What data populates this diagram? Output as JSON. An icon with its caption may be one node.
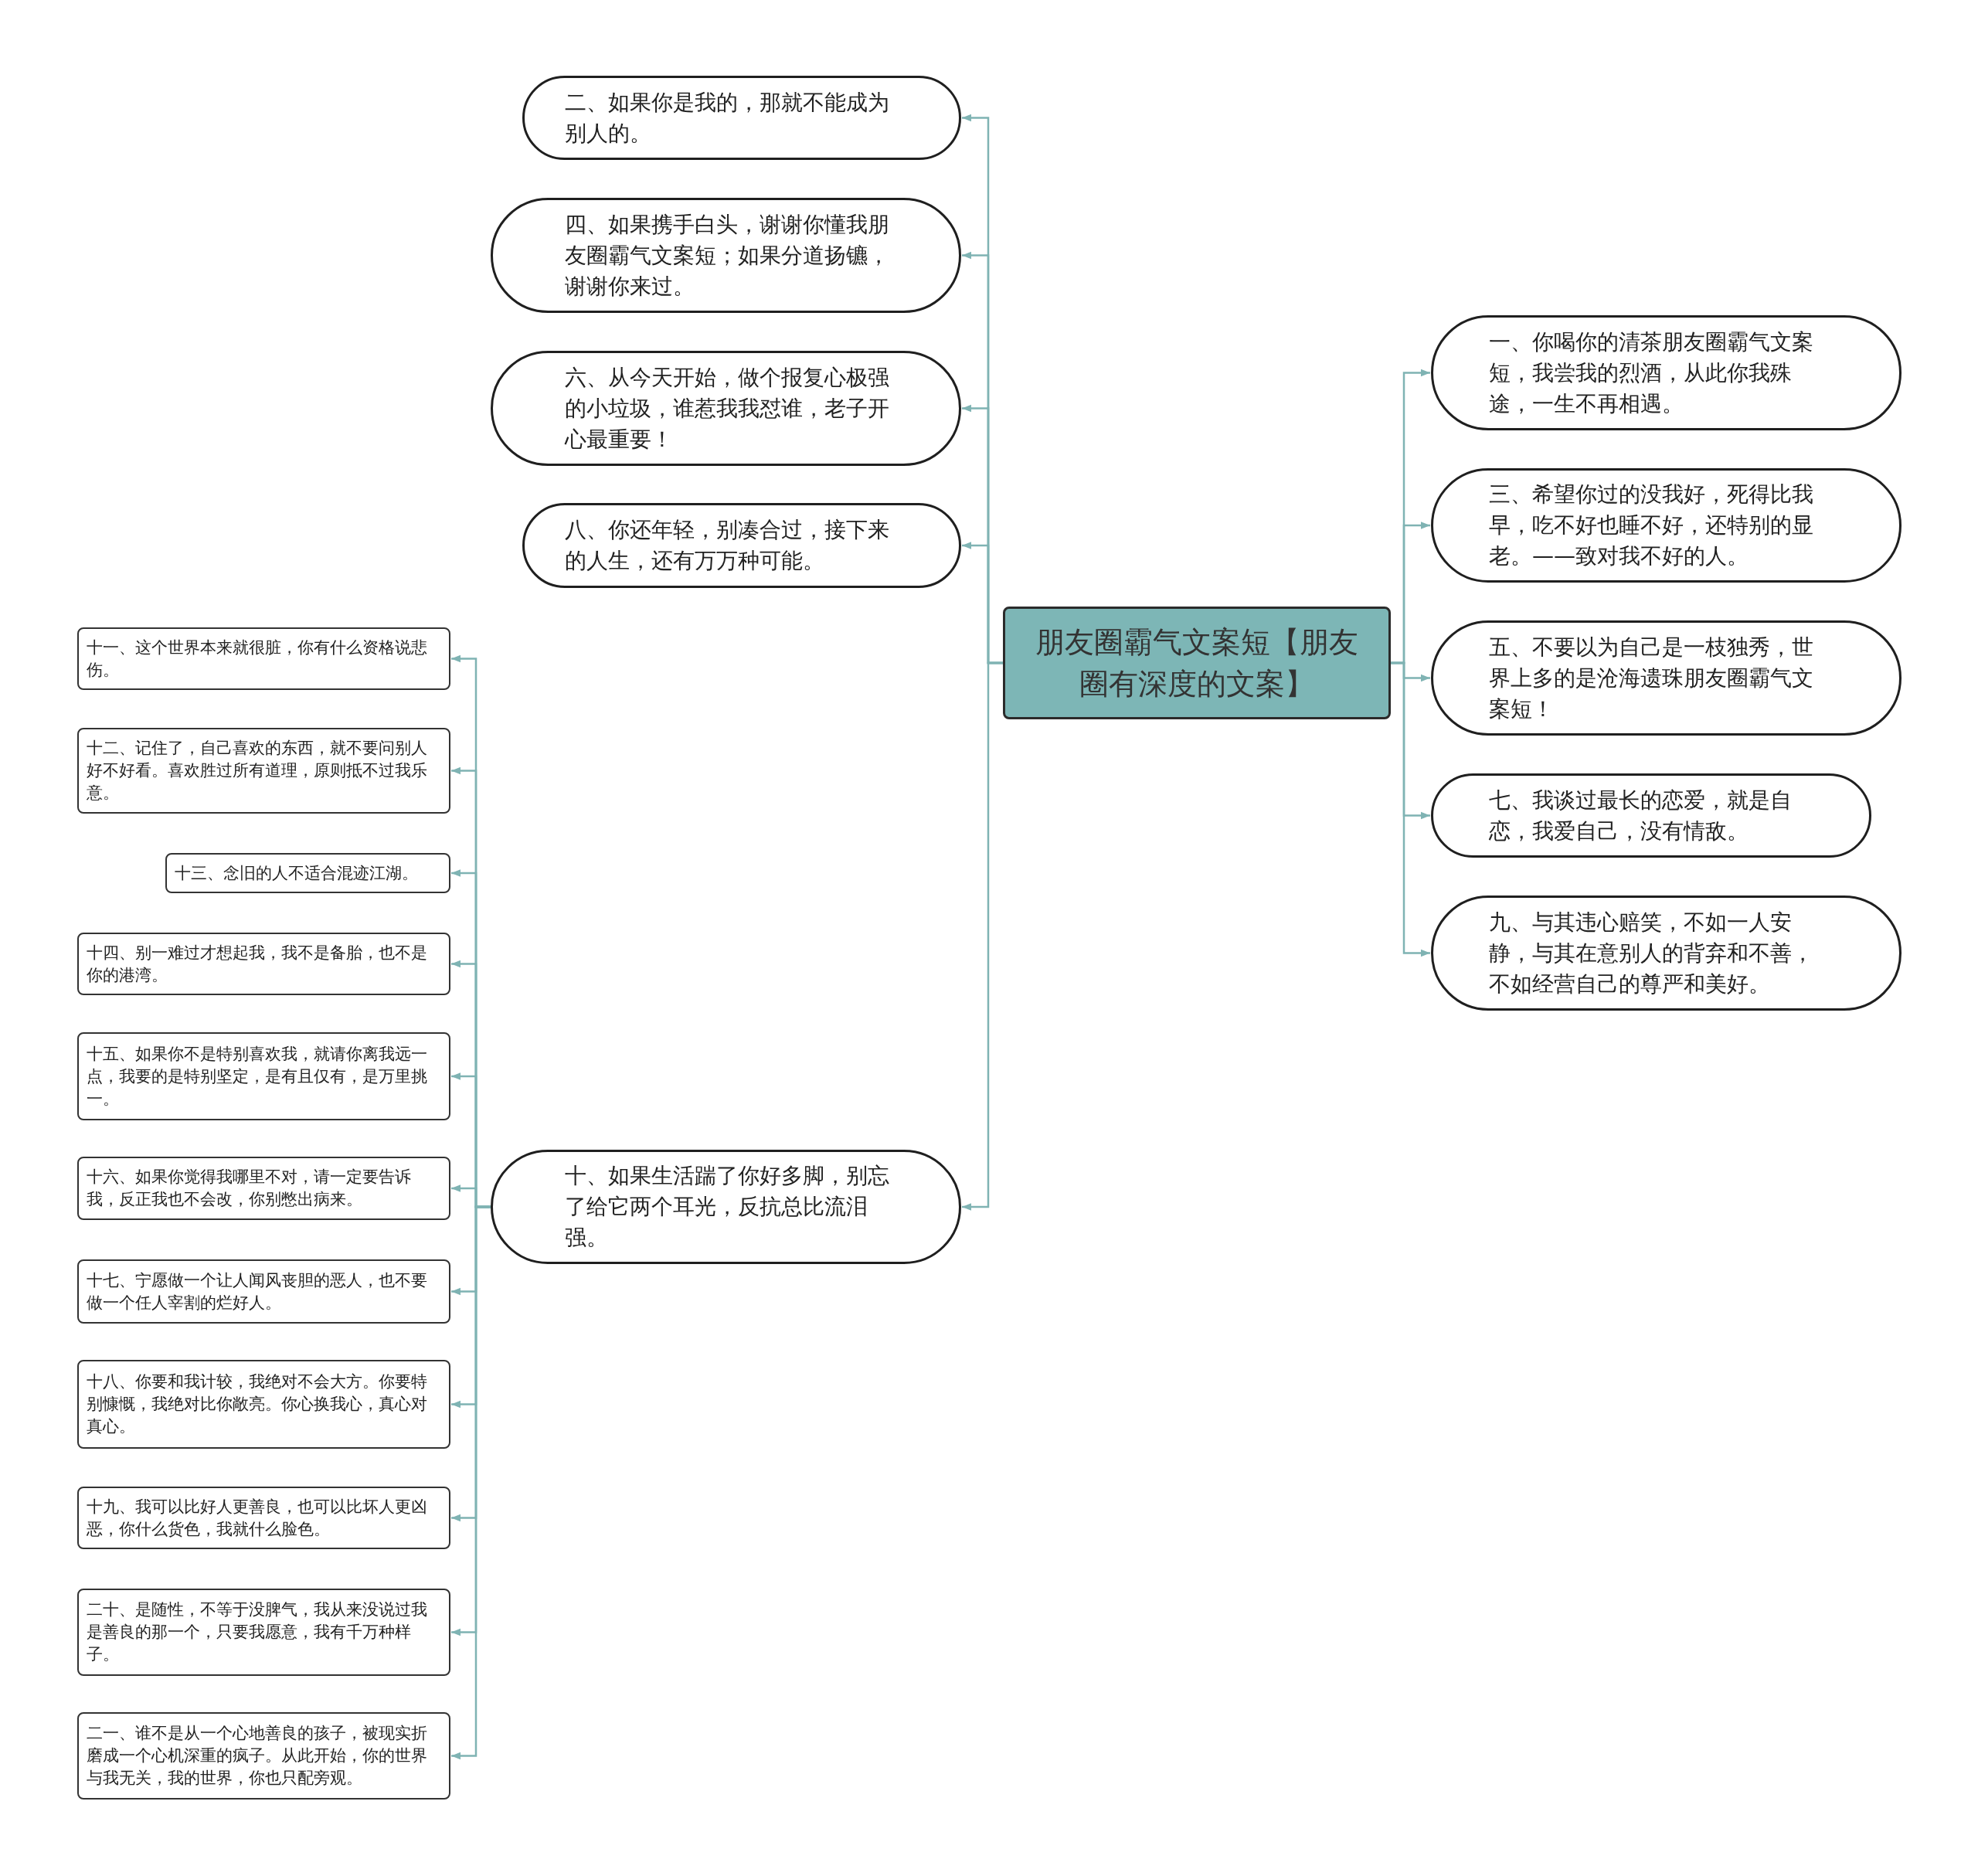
{
  "diagram": {
    "nodes": [
      {
        "text": [
          "朋友圈霸气文案短【朋友圈有深度的文案】"
        ]
      },
      {
        "text": [
          "一、你喝你的清茶朋友圈霸气文案短，我尝我的烈酒，从此你我殊途，一生不再相遇。"
        ]
      },
      {
        "text": [
          "二、如果你是我的，那就不能成为别人的。"
        ]
      },
      {
        "text": [
          "三、希望你过的没我好，死得比我早，吃不好也睡不好，还特别的显老。——致对我不好的人。"
        ]
      },
      {
        "text": [
          "四、如果携手白头，谢谢你懂我朋友圈霸气文案短；如果分道扬镳，谢谢你来过。"
        ]
      },
      {
        "text": [
          "五、不要以为自己是一枝独秀，世界上多的是沧海遗珠朋友圈霸气文案短！"
        ]
      },
      {
        "text": [
          "六、从今天开始，做个报复心极强的小垃圾，谁惹我我怼谁，老子开心最重要！"
        ]
      },
      {
        "text": [
          "七、我谈过最长的恋爱，就是自恋，我爱自己，没有情敌。"
        ]
      },
      {
        "text": [
          "八、你还年轻，别凑合过，接下来的人生，还有万万种可能。"
        ]
      },
      {
        "text": [
          "九、与其违心赔笑，不如一人安静，与其在意别人的背弃和不善，不如经营自己的尊严和美好。"
        ]
      },
      {
        "text": [
          "十、如果生活踹了你好多脚，别忘了给它两个耳光，反抗总比流泪强。"
        ]
      },
      {
        "text": [
          "十一、这个世界本来就很脏，你有什么资格说悲伤。"
        ]
      },
      {
        "text": [
          "十二、记住了，自己喜欢的东西，就不要问别人好不好看。喜欢胜过所有道理，原则抵不过我乐意。"
        ]
      },
      {
        "text": [
          "十三、念旧的人不适合混迹江湖。"
        ]
      },
      {
        "text": [
          "十四、别一难过才想起我，我不是备胎，也不是你的港湾。"
        ]
      },
      {
        "text": [
          "十五、如果你不是特别喜欢我，就请你离我远一点，我要的是特别坚定，是有且仅有，是万里挑一。"
        ]
      },
      {
        "text": [
          "十六、如果你觉得我哪里不对，请一定要告诉我，反正我也不会改，你别憋出病来。"
        ]
      },
      {
        "text": [
          "十七、宁愿做一个让人闻风丧胆的恶人，也不要做一个任人宰割的烂好人。"
        ]
      },
      {
        "text": [
          "十八、你要和我计较，我绝对不会大方。你要特别慷慨，我绝对比你敞亮。你心换我心，真心对真心。"
        ]
      },
      {
        "text": [
          "十九、我可以比好人更善良，也可以比坏人更凶恶，你什么货色，我就什么脸色。"
        ]
      },
      {
        "text": [
          "二十、是随性，不等于没脾气，我从来没说过我是善良的那一个，只要我愿意，我有千万种样子。"
        ]
      },
      {
        "text": [
          "二一、谁不是从一个心地善良的孩子，被现实折磨成一个心机深重的疯子。从此开始，你的世界与我无关，我的世界，你也只配旁观。"
        ]
      }
    ],
    "edges": [
      {
        "from": 0,
        "to": 1,
        "arrow": "to"
      },
      {
        "from": 0,
        "to": 2,
        "arrow": "to"
      },
      {
        "from": 0,
        "to": 3,
        "arrow": "to"
      },
      {
        "from": 0,
        "to": 4,
        "arrow": "to"
      },
      {
        "from": 0,
        "to": 5,
        "arrow": "to"
      },
      {
        "from": 0,
        "to": 6,
        "arrow": "to"
      },
      {
        "from": 0,
        "to": 7,
        "arrow": "to"
      },
      {
        "from": 0,
        "to": 8,
        "arrow": "to"
      },
      {
        "from": 0,
        "to": 9,
        "arrow": "to"
      },
      {
        "from": 0,
        "to": 10,
        "arrow": "to"
      },
      {
        "from": 10,
        "to": 11,
        "arrow": "to"
      },
      {
        "from": 10,
        "to": 12,
        "arrow": "to"
      },
      {
        "from": 10,
        "to": 13,
        "arrow": "to"
      },
      {
        "from": 10,
        "to": 14,
        "arrow": "to"
      },
      {
        "from": 10,
        "to": 15,
        "arrow": "to"
      },
      {
        "from": 10,
        "to": 16,
        "arrow": "to"
      },
      {
        "from": 10,
        "to": 17,
        "arrow": "to"
      },
      {
        "from": 10,
        "to": 18,
        "arrow": "to"
      },
      {
        "from": 10,
        "to": 19,
        "arrow": "to"
      },
      {
        "from": 10,
        "to": 20,
        "arrow": "to"
      },
      {
        "from": 10,
        "to": 21,
        "arrow": "to"
      }
    ]
  }
}
